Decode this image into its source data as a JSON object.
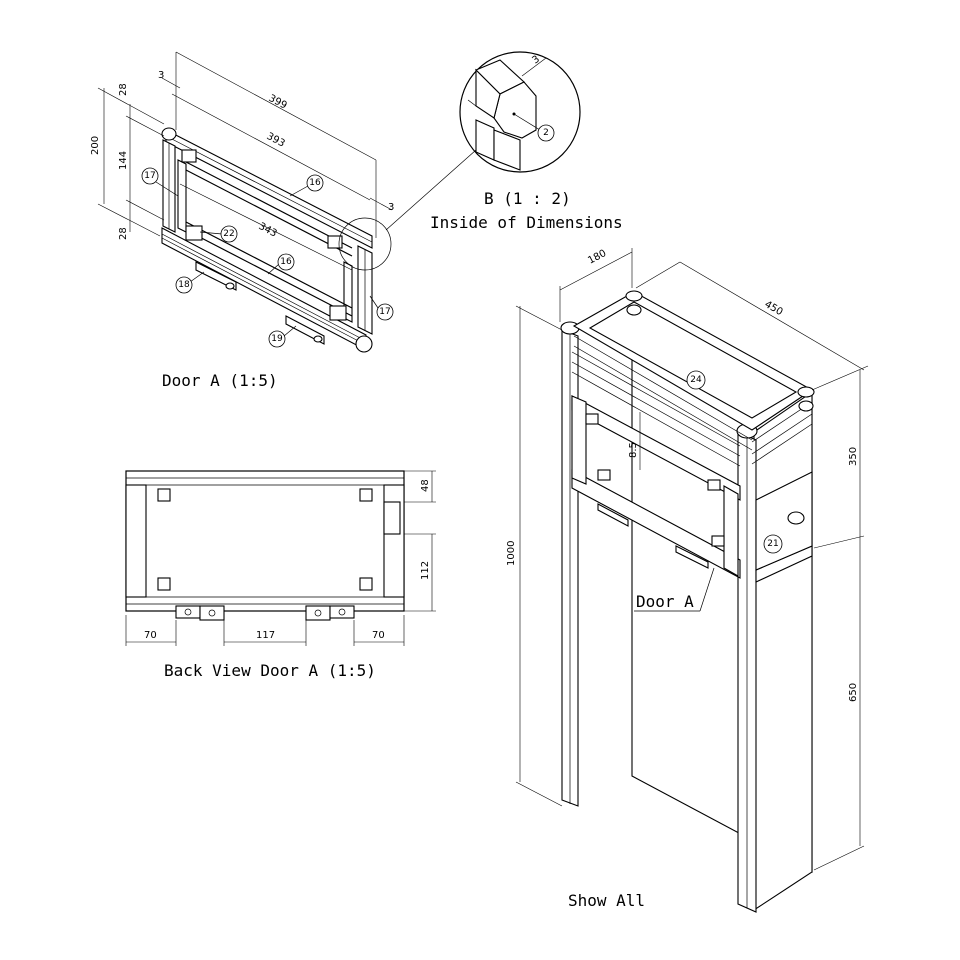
{
  "views": {
    "door_a": {
      "caption": "Door A (1:5)"
    },
    "detail_b": {
      "caption_line1": "B (1 : 2)",
      "caption_line2": "Inside of Dimensions"
    },
    "back_view": {
      "caption": "Back View Door A (1:5)"
    },
    "show_all": {
      "caption": "Show All",
      "callout": "Door A"
    }
  },
  "dimensions": {
    "door_a": {
      "width_outer": "399",
      "width_inner": "393",
      "width_frame": "343",
      "height_total": "200",
      "height_inner": "144",
      "top_rail": "28",
      "bottom_rail": "28",
      "gap_left": "3",
      "gap_right": "3"
    },
    "detail_b": {
      "gap": "3"
    },
    "back_view": {
      "left_offset": "70",
      "middle_span": "117",
      "right_offset": "70",
      "top_offset": "48",
      "hinge_span": "112"
    },
    "show_all": {
      "depth": "180",
      "width": "450",
      "height_total": "1000",
      "upper_height": "350",
      "lower_height": "650",
      "clearance": "8.5"
    }
  },
  "part_balloons": {
    "door_a": [
      "17",
      "16",
      "22",
      "16",
      "18",
      "19",
      "17"
    ],
    "detail_b": [
      "2"
    ],
    "show_all": [
      "24",
      "21"
    ]
  }
}
